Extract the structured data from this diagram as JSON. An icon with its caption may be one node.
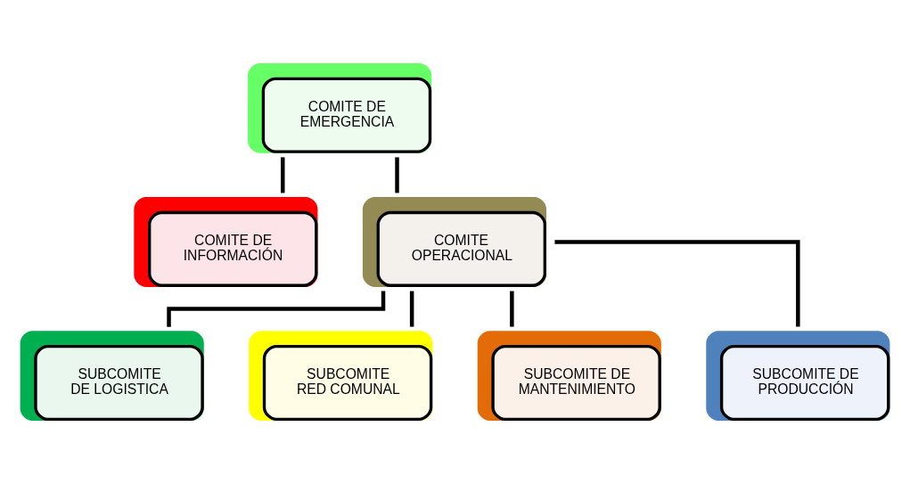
{
  "diagram": {
    "nodes": [
      {
        "text": [
          "COMITE DE EMERGENCIA"
        ]
      },
      {
        "text": [
          "COMITE DE INFORMACIÓN"
        ]
      },
      {
        "text": [
          "COMITE OPERACIONAL"
        ]
      },
      {
        "text": [
          "SUBCOMITE DE LOGISTICA"
        ]
      },
      {
        "text": [
          "SUBCOMITE RED COMUNAL"
        ]
      },
      {
        "text": [
          "SUBCOMITE DE MANTENIMIENTO"
        ]
      },
      {
        "text": [
          "SUBCOMITE DE PRODUCCIÓN"
        ]
      }
    ],
    "edges": [
      {
        "from": 0,
        "to": 1,
        "arrow": "none"
      },
      {
        "from": 0,
        "to": 2,
        "arrow": "none"
      },
      {
        "from": 2,
        "to": 3,
        "arrow": "none"
      },
      {
        "from": 2,
        "to": 4,
        "arrow": "none"
      },
      {
        "from": 2,
        "to": 5,
        "arrow": "none"
      },
      {
        "from": 2,
        "to": 6,
        "arrow": "none"
      }
    ]
  }
}
